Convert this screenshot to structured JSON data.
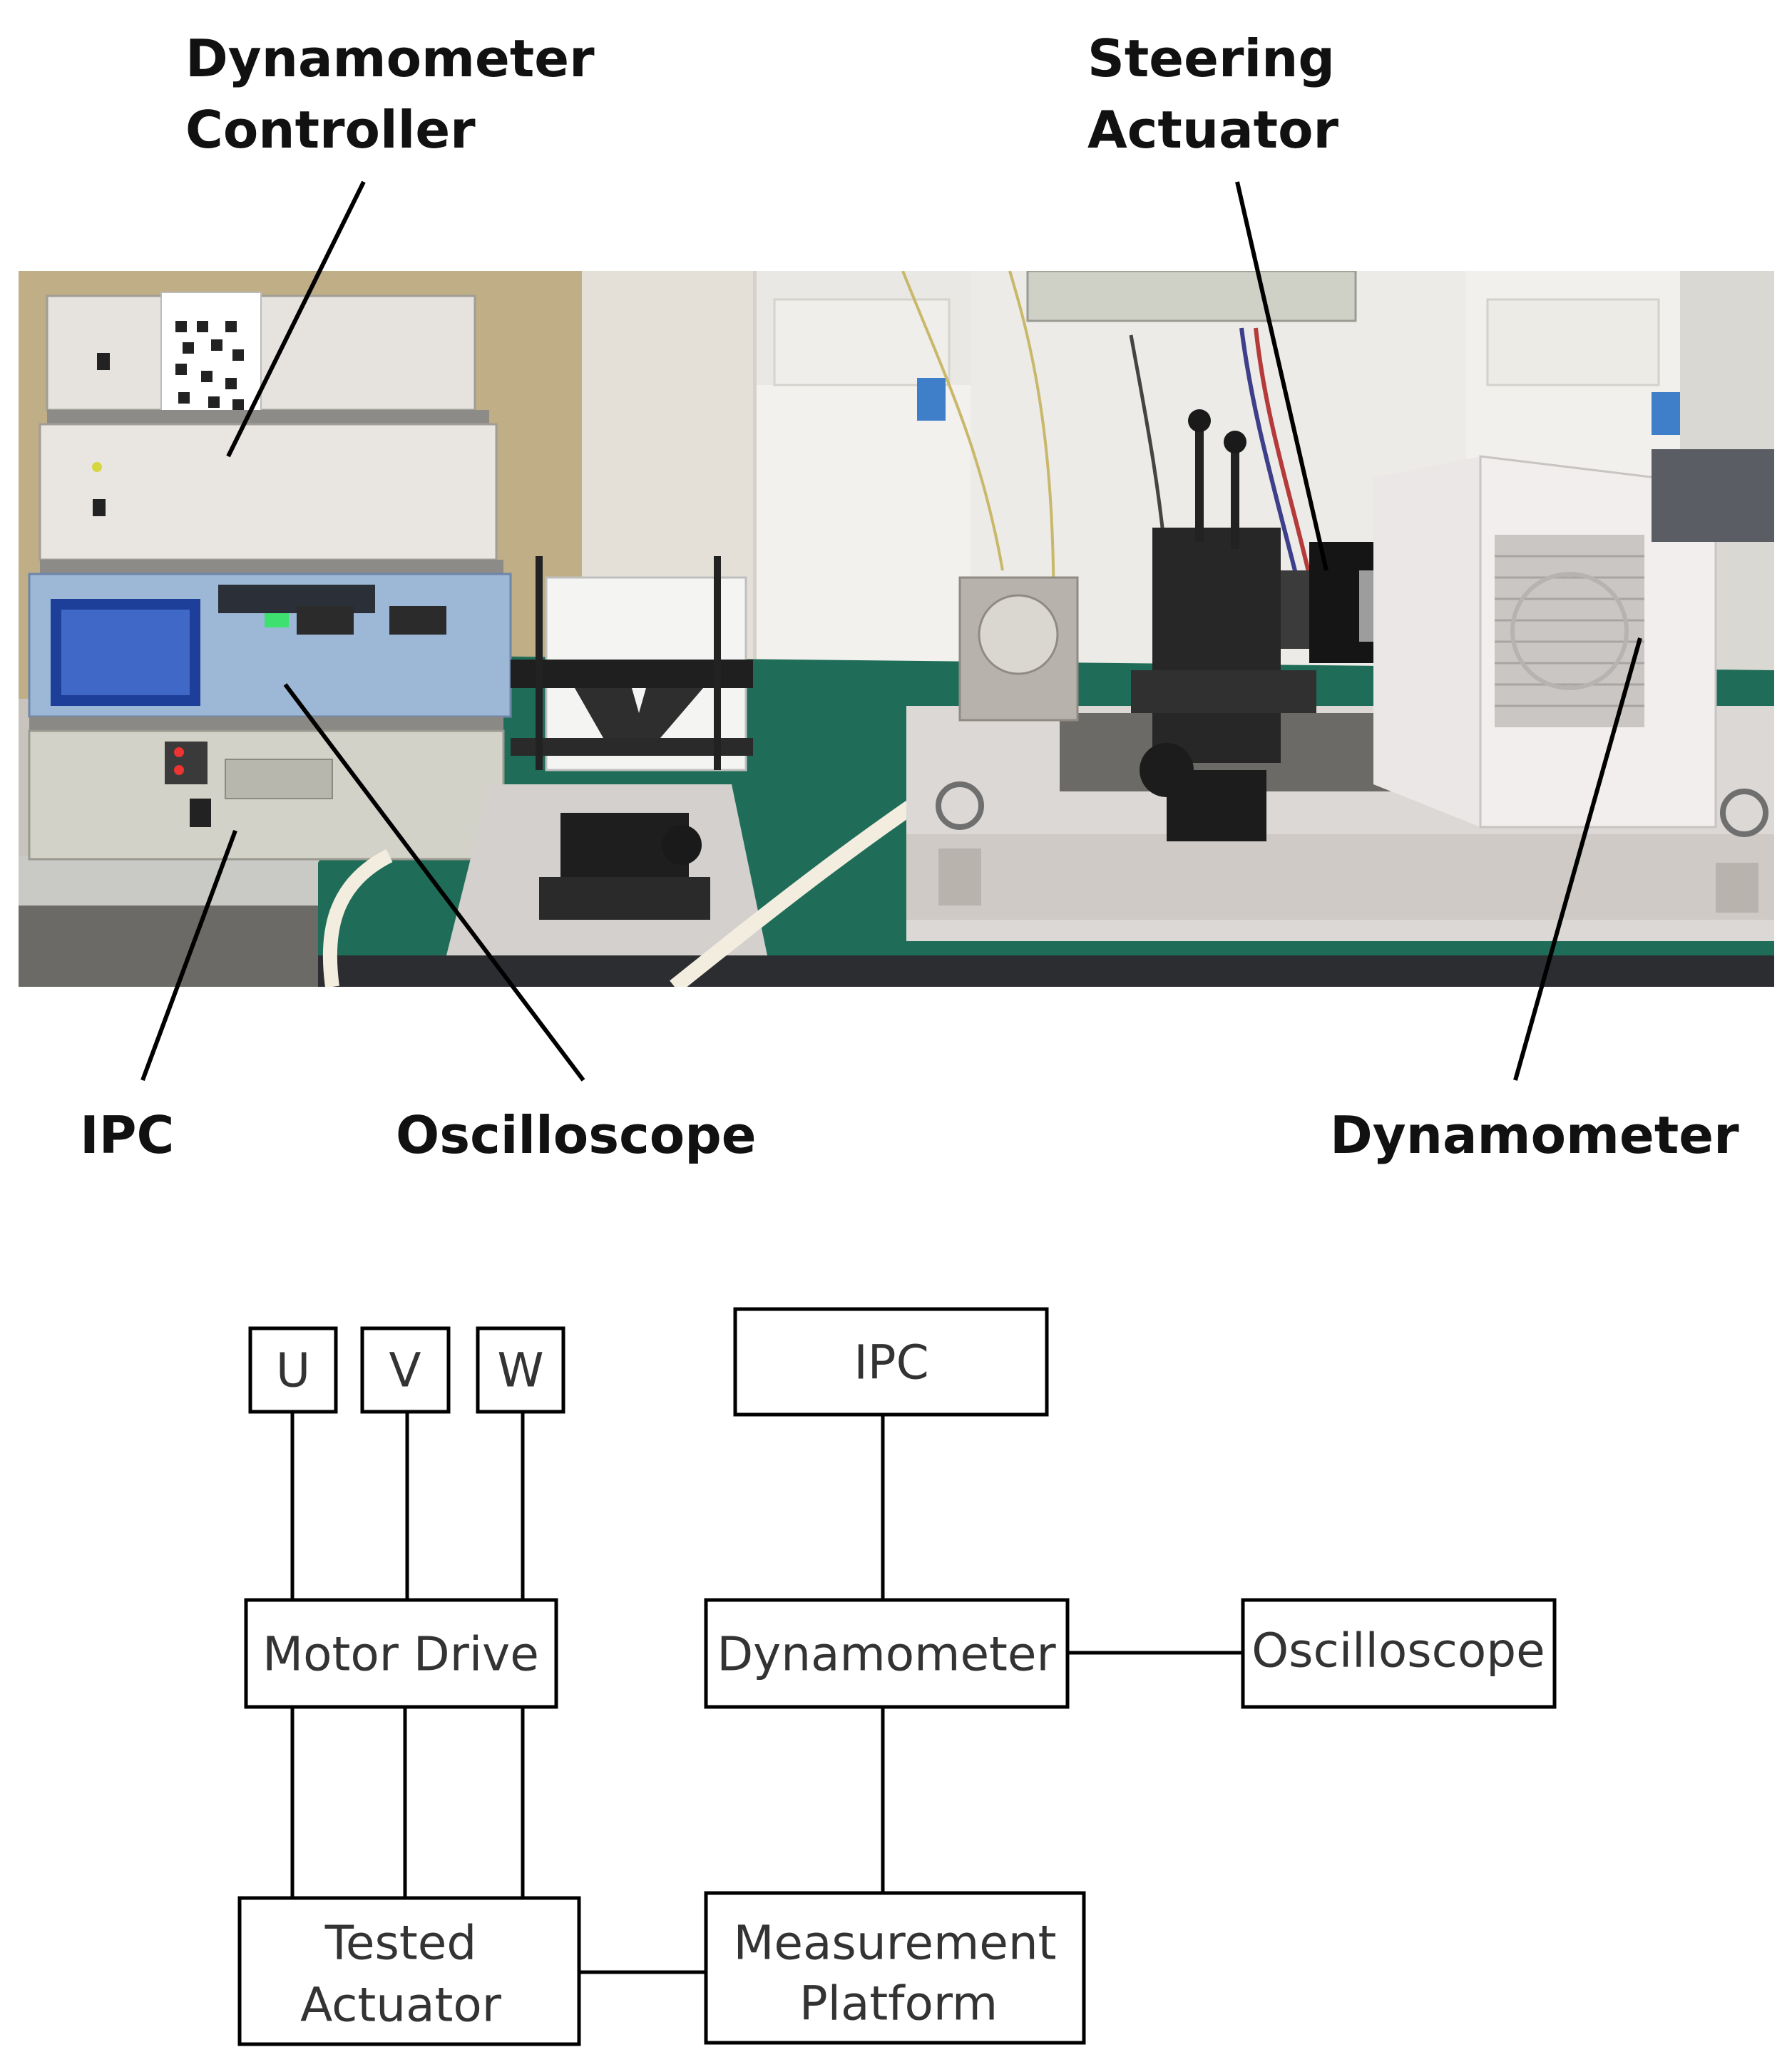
{
  "photo_callouts": {
    "dynamometer_controller": [
      "Dynamometer",
      "Controller"
    ],
    "steering_actuator": [
      "Steering",
      "Actuator"
    ],
    "ipc": "IPC",
    "oscilloscope": "Oscilloscope",
    "dynamometer": "Dynamometer"
  },
  "block_diagram": {
    "phase_u": "U",
    "phase_v": "V",
    "phase_w": "W",
    "ipc": "IPC",
    "motor_drive": "Motor Drive",
    "dynamometer": "Dynamometer",
    "oscilloscope": "Oscilloscope",
    "tested_actuator": [
      "Tested",
      "Actuator"
    ],
    "measurement_platform": [
      "Measurement",
      "Platform"
    ]
  }
}
